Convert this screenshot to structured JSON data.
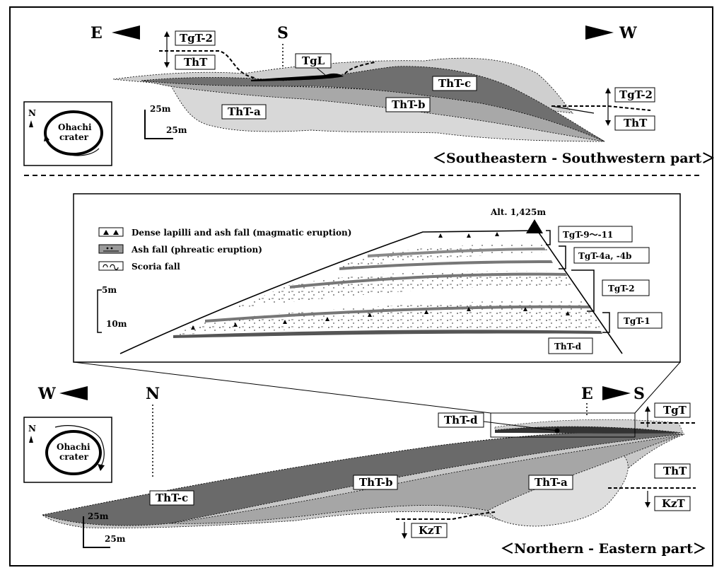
{
  "top_section": {
    "dir_left": "E",
    "dir_center": "S",
    "dir_right": "W",
    "labels": {
      "tgt2_left": "TgT-2",
      "tht_left": "ThT",
      "tgl": "TgL",
      "tht_c": "ThT-c",
      "tht_b": "ThT-b",
      "tht_a": "ThT-a",
      "tgt2_right": "TgT-2",
      "tht_right": "ThT"
    },
    "scale_v": "25m",
    "scale_h": "25m",
    "caption": "＜Southeastern - Southwestern part＞",
    "inset": {
      "north": "N",
      "crater_line1": "Ohachi",
      "crater_line2": "crater"
    }
  },
  "detail_section": {
    "legend": [
      {
        "label": "Dense lapilli and ash fall  (magmatic eruption)"
      },
      {
        "label": "Ash fall  (phreatic eruption)"
      },
      {
        "label": "Scoria fall"
      }
    ],
    "altitude": "Alt. 1,425m",
    "units": [
      "TgT-9〜-11",
      "TgT-4a, -4b",
      "TgT-2",
      "TgT-1",
      "ThT-d"
    ],
    "scale_v_top": "5m",
    "scale_v_bottom": "10m"
  },
  "bottom_section": {
    "dir_left": "W",
    "dir_n": "N",
    "dir_e": "E",
    "dir_s": "S",
    "labels": {
      "tht_d": "ThT-d",
      "tgt": "TgT",
      "tht": "ThT",
      "kzt_right": "KzT",
      "kzt_left": "KzT",
      "tht_c": "ThT-c",
      "tht_b": "ThT-b",
      "tht_a": "ThT-a"
    },
    "scale_v": "25m",
    "scale_h": "25m",
    "caption": "＜Northern - Eastern part＞",
    "inset": {
      "north": "N",
      "crater_line1": "Ohachi",
      "crater_line2": "crater"
    }
  },
  "colors": {
    "dark_gray": "#6b6b6b",
    "mid_gray": "#a3a3a3",
    "light_gray": "#d3d3d3",
    "very_light": "#e4e4e4"
  }
}
